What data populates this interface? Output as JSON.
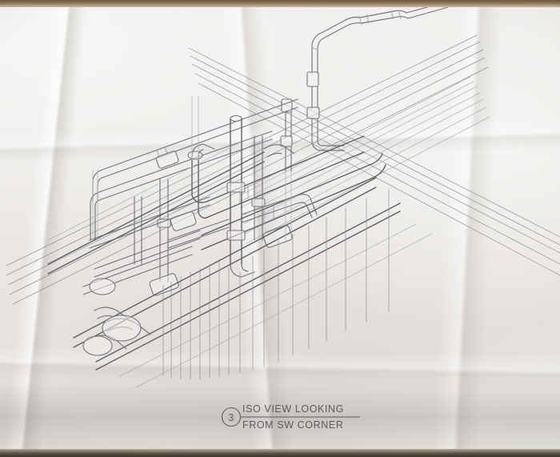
{
  "document": {
    "kind": "engineering-drawing",
    "medium": "photograph of a creased paper drawing sheet",
    "drawing_type": "piping isometric"
  },
  "title_block": {
    "detail_number": "3",
    "title_line_1": "ISO  VIEW  LOOKING",
    "title_line_2": "FROM  SW  CORNER"
  },
  "colors": {
    "paper": "#eceae7",
    "paper_shadow": "#ddd9d5",
    "desk": "#b39a7c",
    "ink": "#6e6e72",
    "ink_light": "#9a9a9e",
    "ink_faint": "#b4b4b8",
    "ink_dark": "#4b4b50",
    "top_edge": "#6b5a42",
    "bottom_edge": "#3a332a"
  },
  "drawing": {
    "description": "Hand-drafted isometric view of an industrial pipe rack: large-bore headers running from lower-left to upper-right, vertical risers with elbows and tees, flanged couplings, valves and hanger drops.",
    "view_direction": "looking from the SW corner",
    "elements": [
      "pipe-rack-headers",
      "vertical-risers",
      "elbows",
      "tees",
      "flanged-couplings",
      "valves",
      "hanger-drops"
    ]
  }
}
